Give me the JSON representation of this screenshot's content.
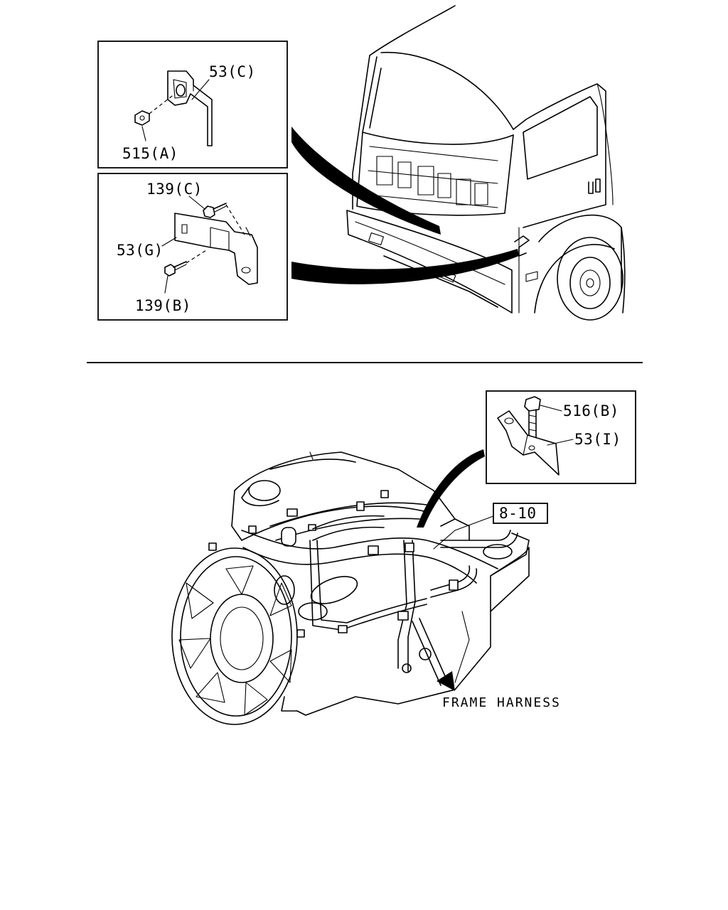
{
  "labels": {
    "part_53c": "53(C)",
    "part_515a": "515(A)",
    "part_139c": "139(C)",
    "part_53g": "53(G)",
    "part_139b": "139(B)",
    "part_516b": "516(B)",
    "part_53i": "53(I)",
    "ref_8_10": "8-10",
    "frame_harness": "FRAME HARNESS"
  }
}
